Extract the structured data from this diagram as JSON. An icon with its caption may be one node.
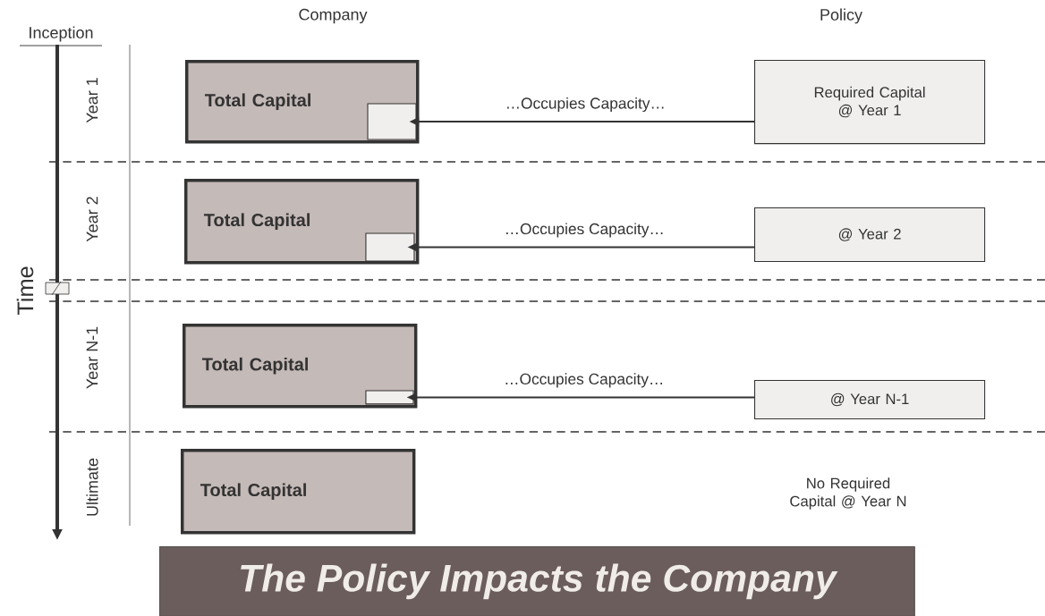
{
  "diagram": {
    "nodes": [
      {
        "text": [
          "Total Capital"
        ]
      },
      {
        "text": [],
        "shape": "box",
        "in": 0
      },
      {
        "text": [
          "Required Capital @ Year 1"
        ]
      },
      {
        "text": [
          "Total Capital"
        ]
      },
      {
        "text": [],
        "shape": "box",
        "in": 3
      },
      {
        "text": [
          "@ Year 2"
        ]
      },
      {
        "text": [
          "Total Capital"
        ]
      },
      {
        "text": [],
        "shape": "box",
        "in": 6
      },
      {
        "text": [
          "@ Year N-1"
        ]
      },
      {
        "text": [
          "Total Capital"
        ]
      },
      {
        "text": [
          "The Policy Impacts the Company"
        ]
      }
    ],
    "edges": [
      {
        "from": 2,
        "to": 1,
        "arrow": "to",
        "label": "…Occupies Capacity…"
      },
      {
        "from": 5,
        "to": 4,
        "arrow": "to",
        "label": "…Occupies Capacity…"
      },
      {
        "from": 8,
        "to": 7,
        "arrow": "to",
        "label": "…Occupies Capacity…"
      }
    ],
    "labels": [
      "Company",
      "Policy",
      "Inception",
      "Year 1",
      "Year 2",
      "Year N-1",
      "Ultimate",
      "Time",
      "No Required Capital @ Year N"
    ]
  }
}
